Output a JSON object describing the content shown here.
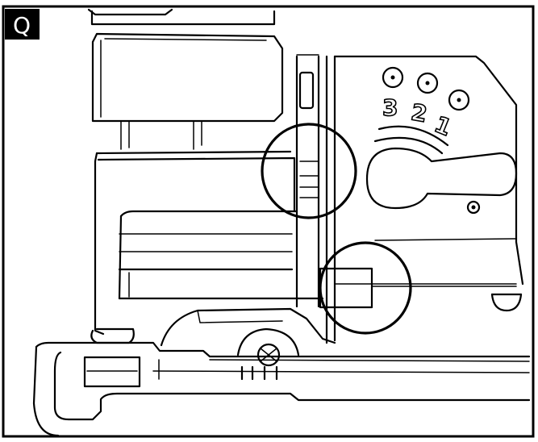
{
  "figure": {
    "panel_label": "Q",
    "position_numbers": [
      "3",
      "2",
      "1"
    ],
    "colors": {
      "line": "#000000",
      "background": "#ffffff",
      "badge": "#000000",
      "badge_text": "#ffffff"
    }
  }
}
